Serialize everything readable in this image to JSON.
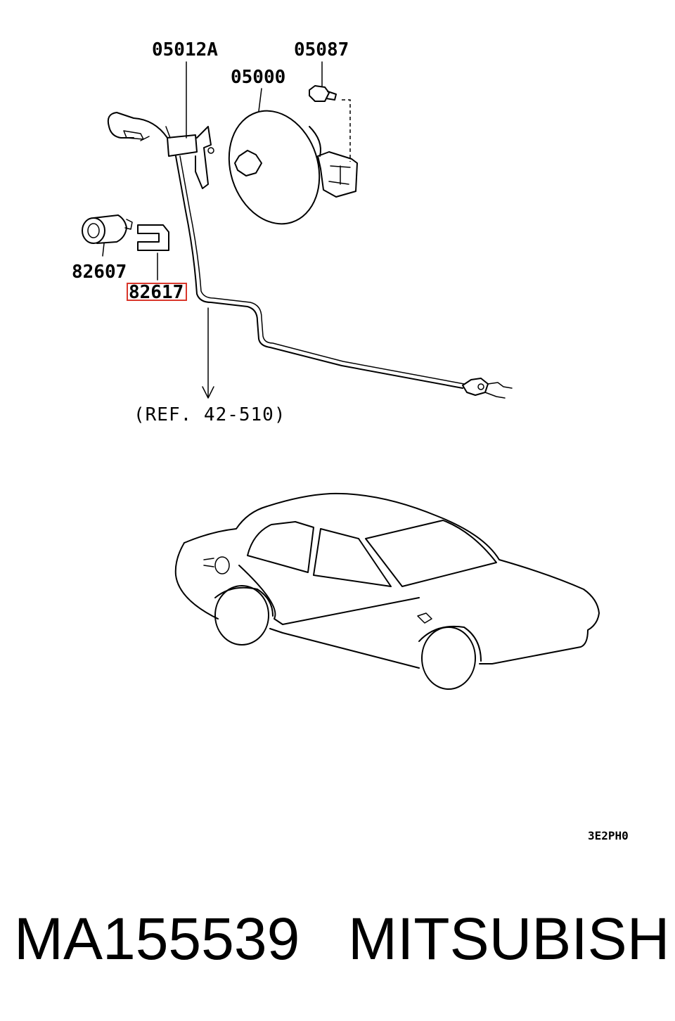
{
  "diagram": {
    "part_labels": {
      "bracket": "05012A",
      "bolt": "05087",
      "fuel_lid": "05000",
      "lock_cylinder": "82607",
      "clip": "82617"
    },
    "highlighted_part": "82617",
    "reference_note": "(REF. 42-510)",
    "figure_code": "3E2PH0",
    "highlight_color": "#d9362b"
  },
  "footer": {
    "part_number": "MA155539",
    "brand": "MITSUBISHI"
  }
}
